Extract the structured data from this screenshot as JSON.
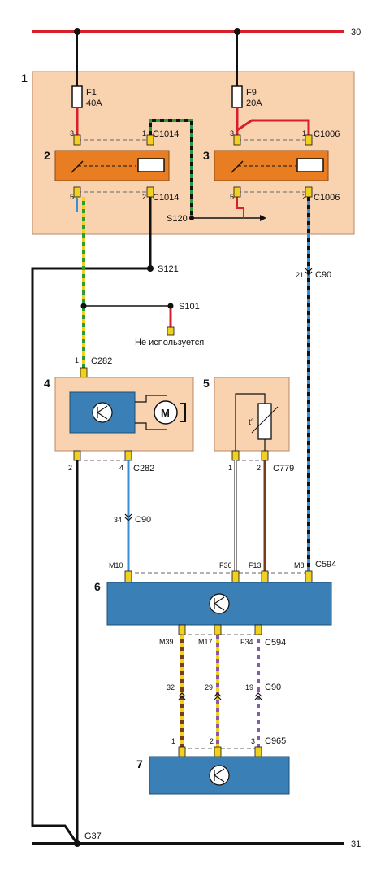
{
  "rails": {
    "top": "30",
    "bottom": "31"
  },
  "blocks": {
    "b1": "1",
    "b2": "2",
    "b3": "3",
    "b4": "4",
    "b5": "5",
    "b6": "6",
    "b7": "7"
  },
  "fuses": {
    "f1": {
      "name": "F1",
      "rating": "40A"
    },
    "f9": {
      "name": "F9",
      "rating": "20A"
    }
  },
  "connectors": {
    "c1014": "C1014",
    "c1006": "C1006",
    "c90": "C90",
    "c282": "C282",
    "c779": "C779",
    "c594": "C594",
    "c965": "C965"
  },
  "splices": {
    "s120": "S120",
    "s121": "S121",
    "s101": "S101"
  },
  "ground": "G37",
  "note_unused": "Не используется",
  "pins": {
    "r2_in": "3",
    "r2_coil_top": "1",
    "r2_out": "5",
    "r2_coil_bot": "2",
    "r3_in": "3",
    "r3_coil_top": "1",
    "r3_out": "5",
    "r3_coil_bot": "2",
    "c90_top": "21",
    "c282_top": "1",
    "m_left": "2",
    "m_right": "4",
    "c90_mid": "34",
    "s5_left": "1",
    "s5_right": "2",
    "m10": "M10",
    "f36": "F36",
    "f13": "F13",
    "m8": "M8",
    "m39": "M39",
    "m17": "M17",
    "f34": "F34",
    "c90_a": "32",
    "c90_b": "29",
    "c90_c": "19",
    "c965_1": "1",
    "c965_2": "2",
    "c965_3": "3"
  },
  "motor_letter": "M",
  "sensor_symbol": "t°",
  "colors": {
    "supply": "#d8202a",
    "ground_wire": "#111111",
    "module_fill": "#3a7fb5",
    "box_fill": "#f9d2b0",
    "relay_fill": "#e87d22"
  }
}
